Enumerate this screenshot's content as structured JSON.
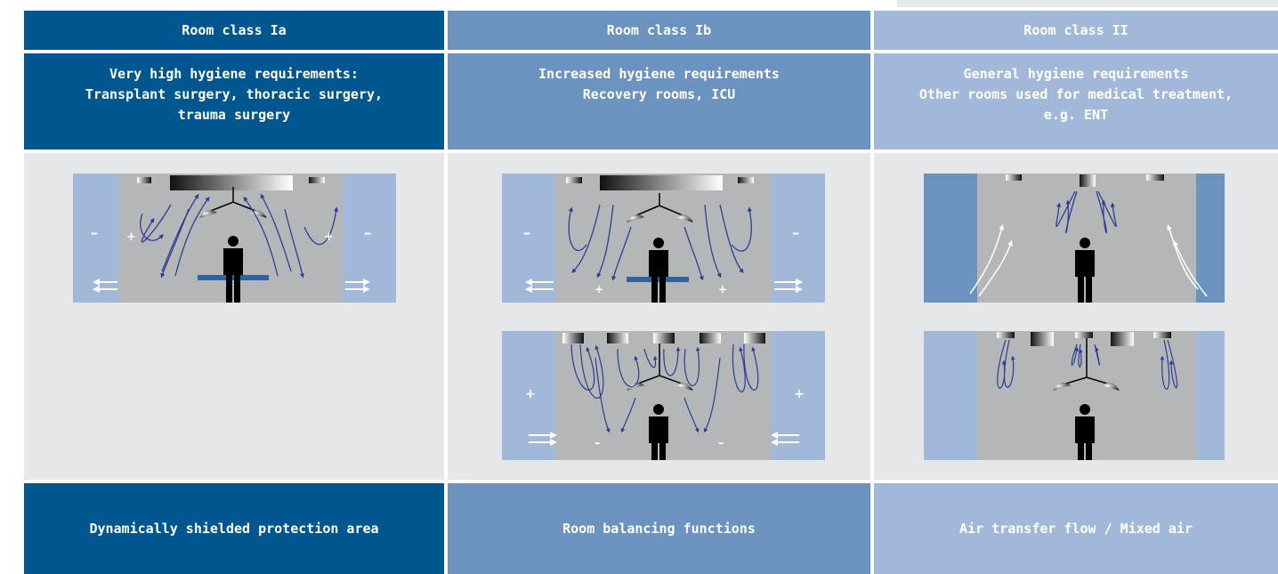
{
  "columns": [
    {
      "header": "Room class Ia",
      "requirements": [
        "Very high hygiene requirements:",
        "Transplant surgery, thoracic surgery,",
        "trauma surgery"
      ],
      "footer": "Dynamically shielded protection area"
    },
    {
      "header": "Room class Ib",
      "requirements": [
        "Increased hygiene requirements",
        "Recovery rooms, ICU"
      ],
      "footer": "Room balancing functions"
    },
    {
      "header": "Room class II",
      "requirements": [
        "General hygiene requirements",
        "Other rooms used for medical treatment,",
        "e.g. ENT"
      ],
      "footer": "Air transfer flow / Mixed air"
    }
  ],
  "pressure_signs": {
    "diagram_ia": {
      "outer_left": "–",
      "inner_left": "+",
      "inner_right": "+",
      "outer_right": "–"
    },
    "diagram_ib_top": {
      "outer_left": "–",
      "bottom_left": "+",
      "bottom_right": "+",
      "outer_right": "–"
    },
    "diagram_ib_bottom": {
      "outer_left": "+",
      "bottom_left": "–",
      "bottom_right": "–",
      "outer_right": "+"
    }
  },
  "colors": {
    "dark_blue": "#00568e",
    "mid_blue": "#6b93c0",
    "light_blue": "#a2b8d9",
    "room_grey": "#b5b6b8",
    "panel_grey": "#e6e7e9",
    "arrow_blue": "#2b3f93"
  }
}
